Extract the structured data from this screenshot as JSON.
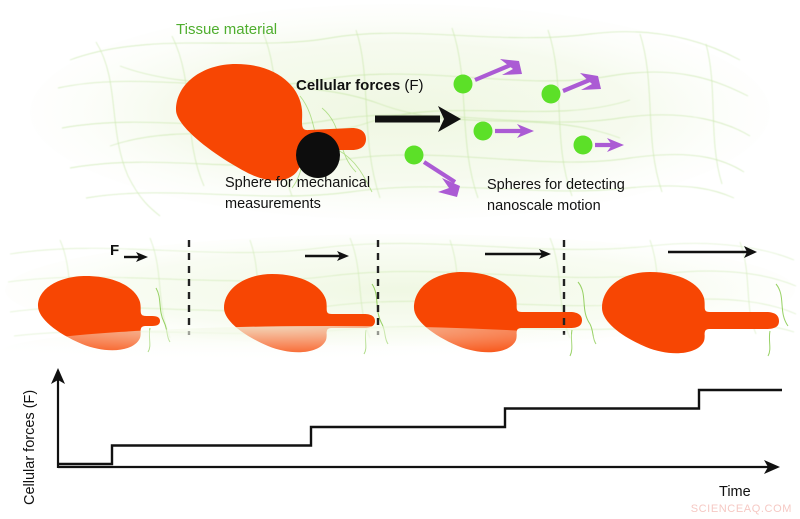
{
  "figure": {
    "title_tissue": "Tissue material",
    "watermark": "SCIENCEAQ.COM"
  },
  "top_panel": {
    "tissue_label": "Tissue material",
    "force_label_bold": "Cellular forces",
    "force_label_plain": " (F)",
    "mech_caption_line1": "Sphere for mechanical",
    "mech_caption_line2": "measurements",
    "detect_caption_line1": "Spheres for detecting",
    "detect_caption_line2": "nanoscale motion",
    "cell_color": "#F74603",
    "bead_color": "#0D0D0D",
    "sphere_color": "#5CE028",
    "motion_arrow_color": "#AB5BD4",
    "force_arrow_color": "#111111",
    "tissue_color": "#4fae2e"
  },
  "time_series_panel": {
    "force_marker": "F",
    "panel_count": 4,
    "divider_color": "#222222",
    "arrow_lengths": [
      16,
      40,
      62,
      82
    ],
    "arrow_labels": [
      "F →",
      "→",
      "→",
      "→"
    ]
  },
  "chart_data": {
    "type": "line",
    "subtype": "step",
    "title": "",
    "xlabel": "Time",
    "ylabel": "Cellular forces (F)",
    "x": [
      0,
      112,
      112,
      311,
      311,
      505,
      505,
      699,
      699,
      782
    ],
    "y": [
      0,
      0,
      1,
      1,
      2,
      2,
      3,
      3,
      4,
      4
    ],
    "step_x": [
      112,
      311,
      505,
      699
    ],
    "step_levels": [
      0,
      1,
      2,
      3,
      4
    ],
    "xlim": [
      0,
      790
    ],
    "ylim": [
      0,
      5
    ],
    "grid": false,
    "legend": false,
    "axis_arrows": true,
    "line_color": "#111111"
  }
}
